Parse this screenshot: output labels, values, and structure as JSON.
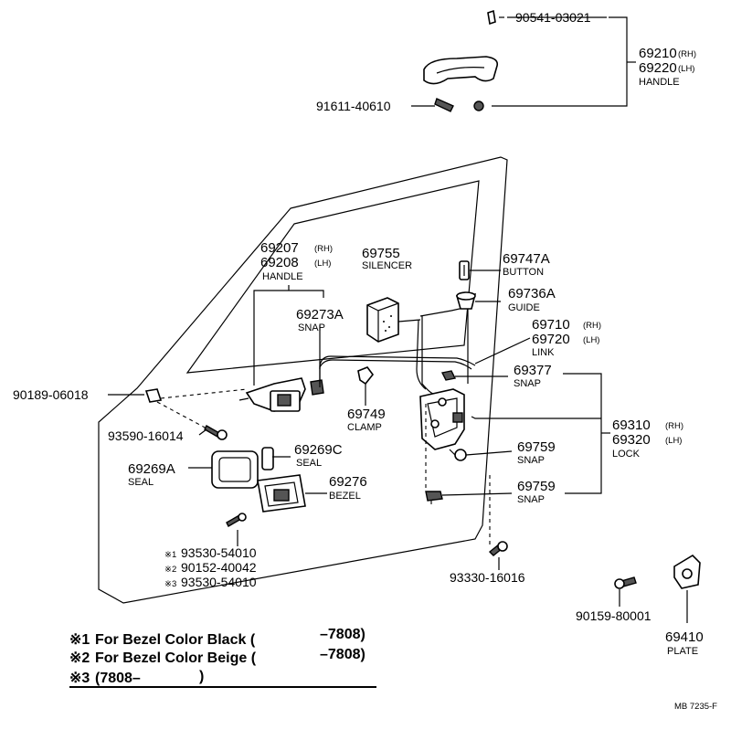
{
  "labels": {
    "p90541": "90541-03021",
    "p69210": "69210",
    "p69210_rh": "(RH)",
    "p69220": "69220",
    "p69220_lh": "(LH)",
    "p69210_name": "HANDLE",
    "p91611": "91611-40610",
    "p69207": "69207",
    "p69207_rh": "(RH)",
    "p69208": "69208",
    "p69208_lh": "(LH)",
    "p69207_name": "HANDLE",
    "p69755": "69755",
    "p69755_name": "SILENCER",
    "p69747a": "69747A",
    "p69747a_name": "BUTTON",
    "p69736a": "69736A",
    "p69736a_name": "GUIDE",
    "p69273a": "69273A",
    "p69273a_name": "SNAP",
    "p69710": "69710",
    "p69710_rh": "(RH)",
    "p69720": "69720",
    "p69720_lh": "(LH)",
    "p69710_name": "LINK",
    "p69377": "69377",
    "p69377_name": "SNAP",
    "p90189": "90189-06018",
    "p69749": "69749",
    "p69749_name": "CLAMP",
    "p93590": "93590-16014",
    "p69310": "69310",
    "p69310_rh": "(RH)",
    "p69320": "69320",
    "p69320_lh": "(LH)",
    "p69310_name": "LOCK",
    "p69269a": "69269A",
    "p69269a_name": "SEAL",
    "p69269c": "69269C",
    "p69269c_name": "SEAL",
    "p69759a": "69759",
    "p69759a_name": "SNAP",
    "p69276": "69276",
    "p69276_name": "BEZEL",
    "p69759b": "69759",
    "p69759b_name": "SNAP",
    "screw_note1_mark": "※1",
    "screw_note1": "93530-54010",
    "screw_note2_mark": "※2",
    "screw_note2": "90152-40042",
    "screw_note3_mark": "※3",
    "screw_note3": "93530-54010",
    "p93330": "93330-16016",
    "p90159": "90159-80001",
    "p69410": "69410",
    "p69410_name": "PLATE"
  },
  "notes": [
    {
      "mark": "※1",
      "text": "For Bezel Color Black (",
      "code": "–7808)"
    },
    {
      "mark": "※2",
      "text": "For Bezel Color Beige (",
      "code": "–7808)"
    },
    {
      "mark": "※3",
      "text": "(7808–",
      "code": ")"
    }
  ],
  "footer": {
    "code": "MB  7235-F"
  }
}
